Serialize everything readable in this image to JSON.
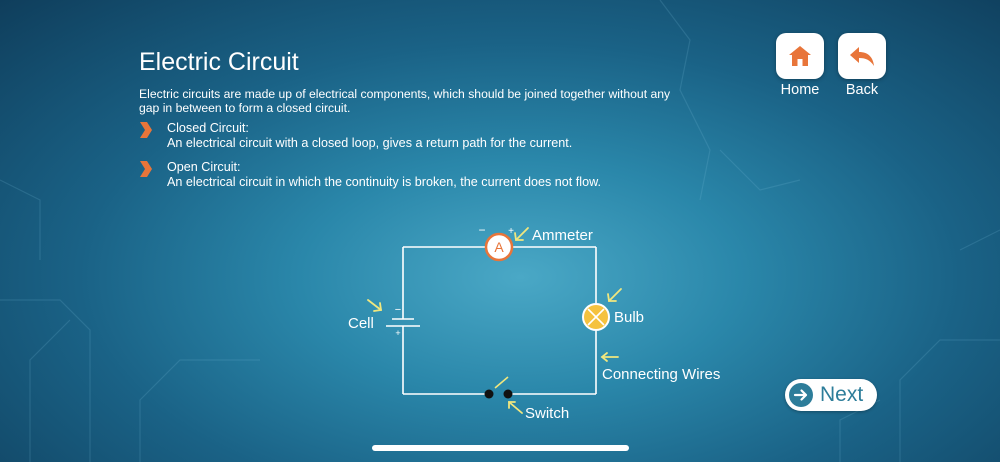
{
  "page": {
    "title": "Electric Circuit",
    "intro": "Electric circuits are made up of electrical components, which should be joined together without any gap in between to form a closed circuit.",
    "points": [
      {
        "heading": "Closed Circuit:",
        "text": "An electrical circuit with a closed loop, gives a return path for the current."
      },
      {
        "heading": "Open Circuit:",
        "text": "An electrical circuit in which the continuity is broken, the current does not flow."
      }
    ]
  },
  "nav": {
    "home_label": "Home",
    "back_label": "Back",
    "next_label": "Next"
  },
  "diagram": {
    "ammeter_symbol": "A",
    "ammeter_label": "Ammeter",
    "bulb_label": "Bulb",
    "cell_label": "Cell",
    "wires_label": "Connecting Wires",
    "switch_label": "Switch",
    "minus_sign": "−",
    "plus_sign": "+"
  },
  "colors": {
    "accent_orange": "#e8753a",
    "arrow_yellow": "#f1e77e",
    "bulb_fill": "#f5c23f",
    "next_blue": "#2d7d9a"
  }
}
